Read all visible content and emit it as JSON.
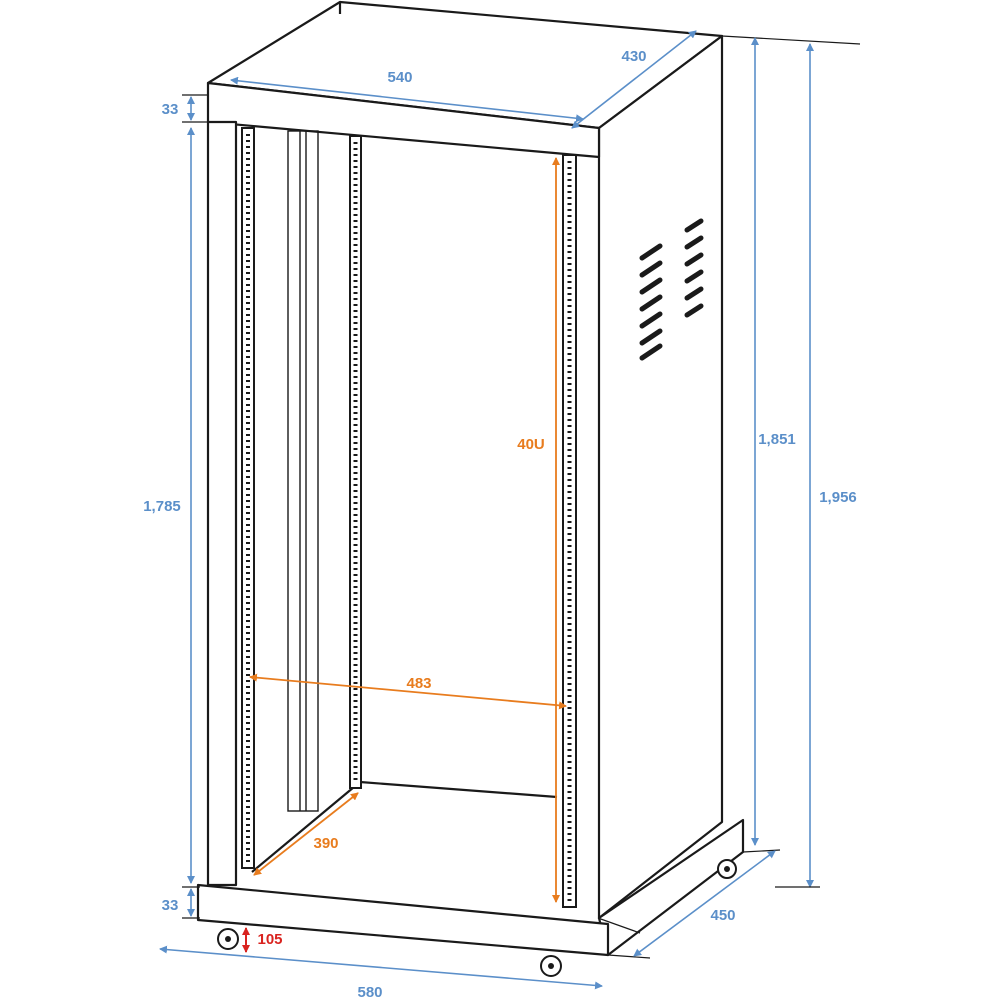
{
  "dimensions": {
    "width_top": "540",
    "depth_top": "430",
    "top_height": "33",
    "inner_height": "1,785",
    "base_height": "33",
    "caster_height": "105",
    "width_bottom": "580",
    "depth_bottom": "450",
    "body_height": "1,851",
    "total_height": "1,956",
    "rack_units": "40U",
    "rack_width": "483",
    "rail_depth": "390"
  },
  "colors": {
    "dimension_blue": "#5b8fc9",
    "dimension_orange": "#e87c1e",
    "dimension_red": "#d9231f",
    "outline": "#1a1a1a"
  }
}
